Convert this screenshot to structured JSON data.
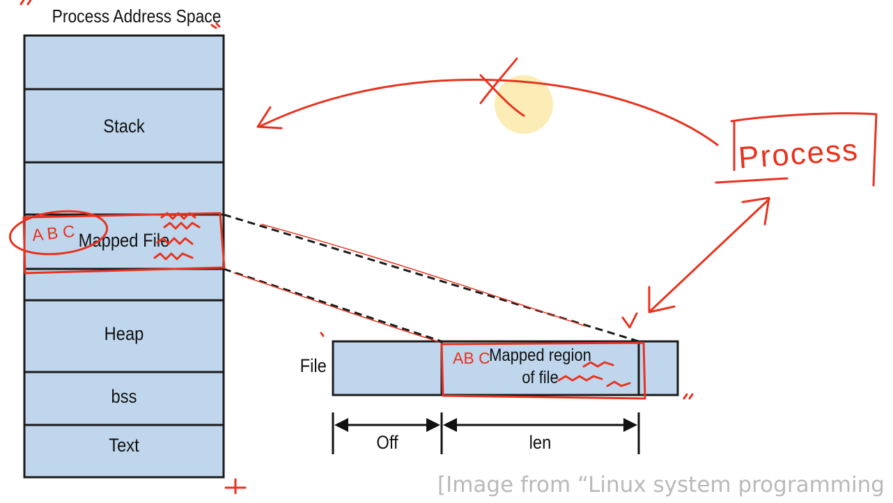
{
  "diagram": {
    "title": "Process Address Space",
    "segments": [
      "",
      "Stack",
      "",
      "Mapped File",
      "",
      "Heap",
      "bss",
      "Text"
    ],
    "file_label": "File",
    "mapped_region_label": "Mapped region of file",
    "mapped_region_line1": "Mapped region",
    "mapped_region_line2": "of file",
    "offset_label": "Off",
    "length_label": "len"
  },
  "annotations": {
    "abc_left": "A B C",
    "abc_right": "AB C",
    "process_note": "Process"
  },
  "caption": "[Image from “Linux system programming",
  "colors": {
    "box_fill": "#bfd6ec",
    "box_stroke": "#1a1a1a",
    "ink": "#e8321e",
    "highlight": "#fbe9a8"
  }
}
